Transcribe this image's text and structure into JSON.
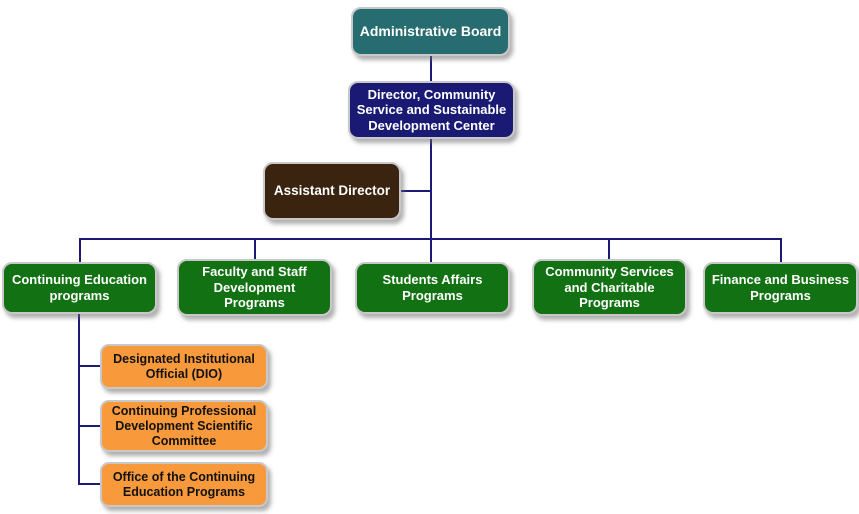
{
  "colors": {
    "admin_board_fill": "#266c70",
    "director_fill": "#1a1a75",
    "assistant_fill": "#3a2410",
    "department_fill": "#127112",
    "subunit_fill": "#f89a3b",
    "connector": "#1b1b75",
    "node_border": "#c8c8c8"
  },
  "org_chart": {
    "root": {
      "label": "Administrative Board"
    },
    "director": {
      "label": "Director, Community\nService and Sustainable\nDevelopment Center"
    },
    "assistant": {
      "label": "Assistant Director"
    },
    "departments": [
      {
        "label": "Continuing Education\nprograms"
      },
      {
        "label": "Faculty and Staff\nDevelopment\nPrograms"
      },
      {
        "label": "Students Affairs\nPrograms"
      },
      {
        "label": "Community Services\nand Charitable\nPrograms"
      },
      {
        "label": "Finance and Business\nPrograms"
      }
    ],
    "continuing_education_subunits": [
      {
        "label": "Designated Institutional\nOfficial (DIO)"
      },
      {
        "label": "Continuing Professional\nDevelopment Scientific\nCommittee"
      },
      {
        "label": "Office of the Continuing\nEducation Programs"
      }
    ]
  }
}
